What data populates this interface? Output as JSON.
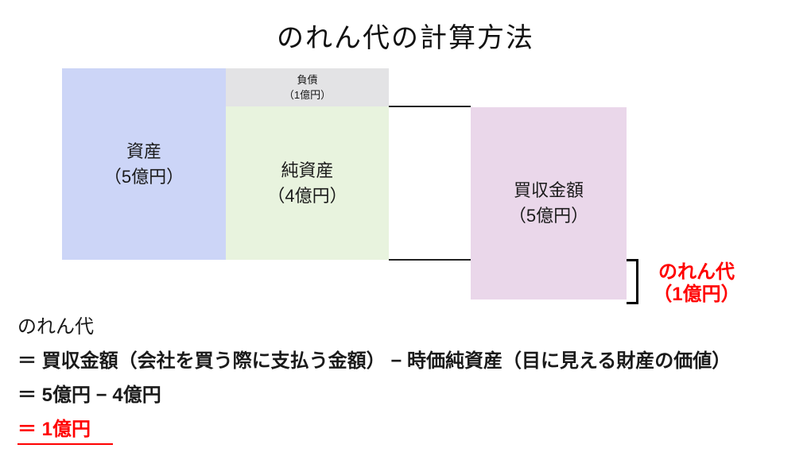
{
  "title": "のれん代の計算方法",
  "diagram": {
    "asset_box": {
      "label": "資産",
      "amount": "（5億円）",
      "color": "#ccd5f7"
    },
    "liability_box": {
      "label": "負債",
      "amount": "（1億円）",
      "color": "#e3e3e5"
    },
    "net_asset_box": {
      "label": "純資産",
      "amount": "（4億円）",
      "color": "#e8f3de"
    },
    "purchase_box": {
      "label": "買収金額",
      "amount": "（5億円）",
      "color": "#ead7ea"
    },
    "goodwill_label": {
      "line1": "のれん代",
      "line2": "（1億円）",
      "color": "#ff0000"
    }
  },
  "formula": {
    "line1": "のれん代",
    "line2": "＝ 買収金額（会社を買う際に支払う金額） − 時価純資産（目に見える財産の価値）",
    "line3": "＝ 5億円 − 4億円",
    "line4": "＝ 1億円",
    "accent_color": "#ff0000"
  }
}
